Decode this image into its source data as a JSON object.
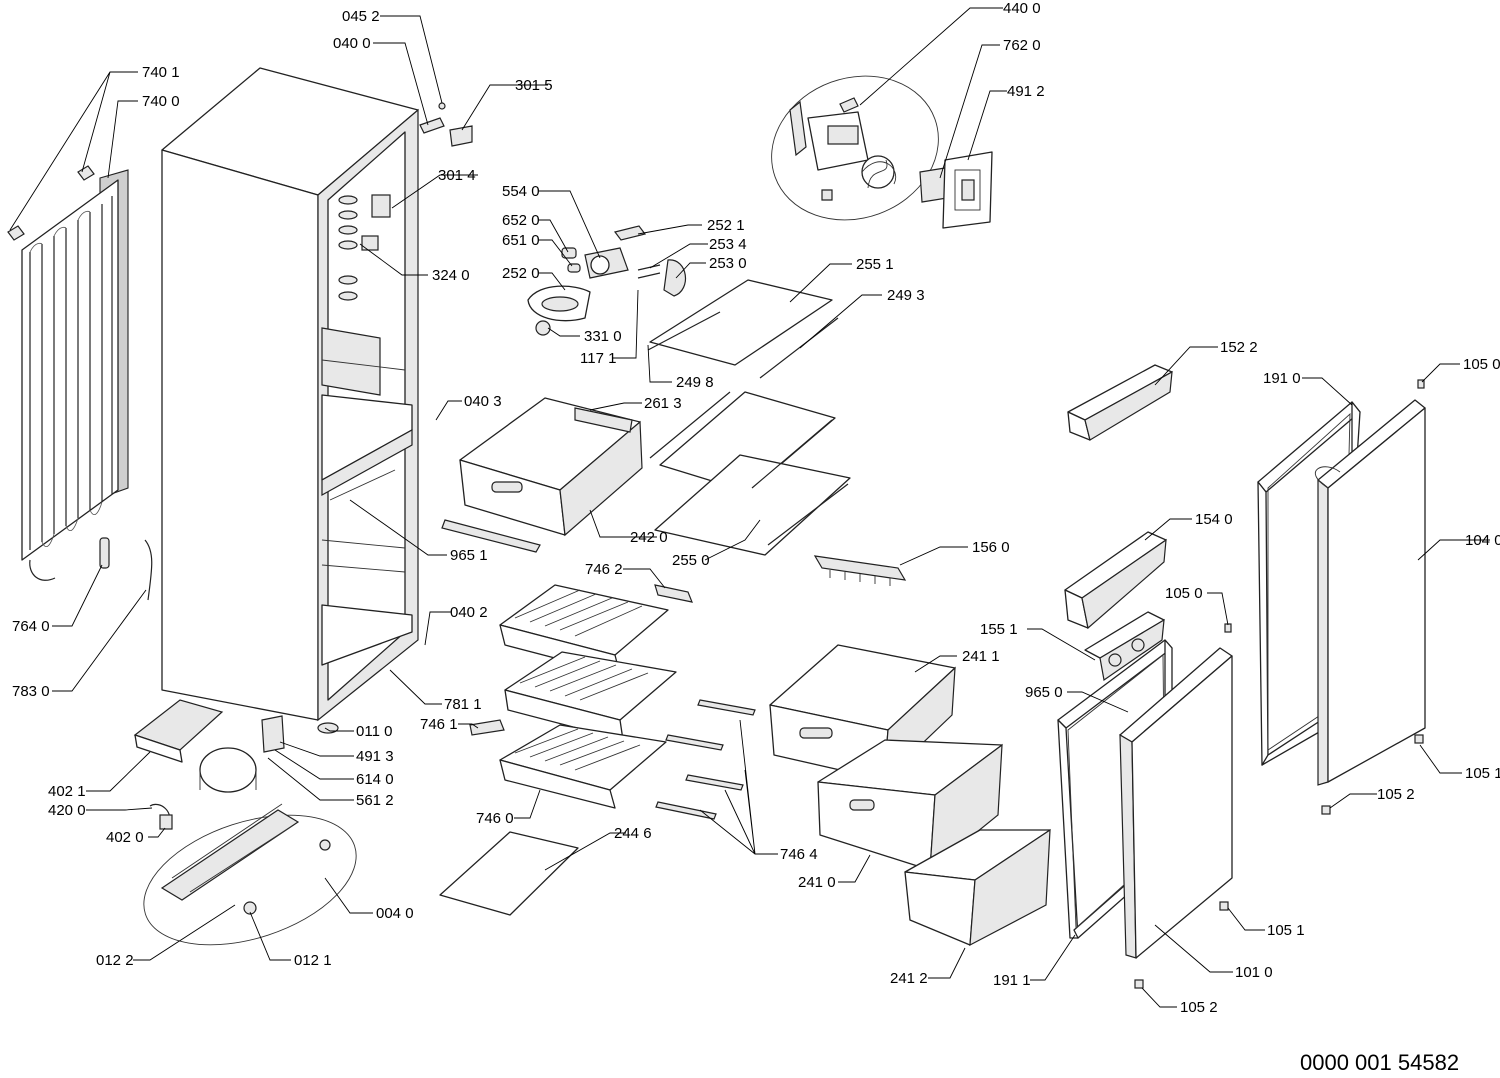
{
  "document_number": "0000 001 54582",
  "callouts": {
    "c0452": "045 2",
    "c0400": "040 0",
    "c3015": "301 5",
    "c3014": "301 4",
    "c3240": "324 0",
    "c7401": "740 1",
    "c7400": "740 0",
    "c7640": "764 0",
    "c7830": "783 0",
    "c5540": "554 0",
    "c6520": "652 0",
    "c6510": "651 0",
    "c2520": "252 0",
    "c3310": "331 0",
    "c1171": "117 1",
    "c2521": "252 1",
    "c2534": "253 4",
    "c2530": "253 0",
    "c2551": "255 1",
    "c2493": "249 3",
    "c2498": "249 8",
    "c4400": "440 0",
    "c7620": "762 0",
    "c4912": "491 2",
    "c0403": "040 3",
    "c2613": "261 3",
    "c2420": "242 0",
    "c9651": "965 1",
    "c2550": "255 0",
    "c1560": "156 0",
    "c1522": "152 2",
    "c1910": "191 0",
    "c1050a": "105 0",
    "c1040": "104 0",
    "c1540": "154 0",
    "c1050b": "105 0",
    "c1551": "155 1",
    "c9650": "965 0",
    "c1051a": "105 1",
    "c1052a": "105 2",
    "c0402": "040 2",
    "c7462": "746 2",
    "c7811": "781 1",
    "c7461": "746 1",
    "c0110": "011 0",
    "c4913": "491 3",
    "c6140": "614 0",
    "c5612": "561 2",
    "c4021": "402 1",
    "c4200": "420 0",
    "c4020": "402 0",
    "c2411": "241 1",
    "c7460": "746 0",
    "c2446": "244 6",
    "c7464": "746 4",
    "c2410": "241 0",
    "c0040": "004 0",
    "c0122": "012 2",
    "c0121": "012 1",
    "c2412": "241 2",
    "c1911": "191 1",
    "c1010": "101 0",
    "c1051b": "105 1",
    "c1052b": "105 2"
  }
}
